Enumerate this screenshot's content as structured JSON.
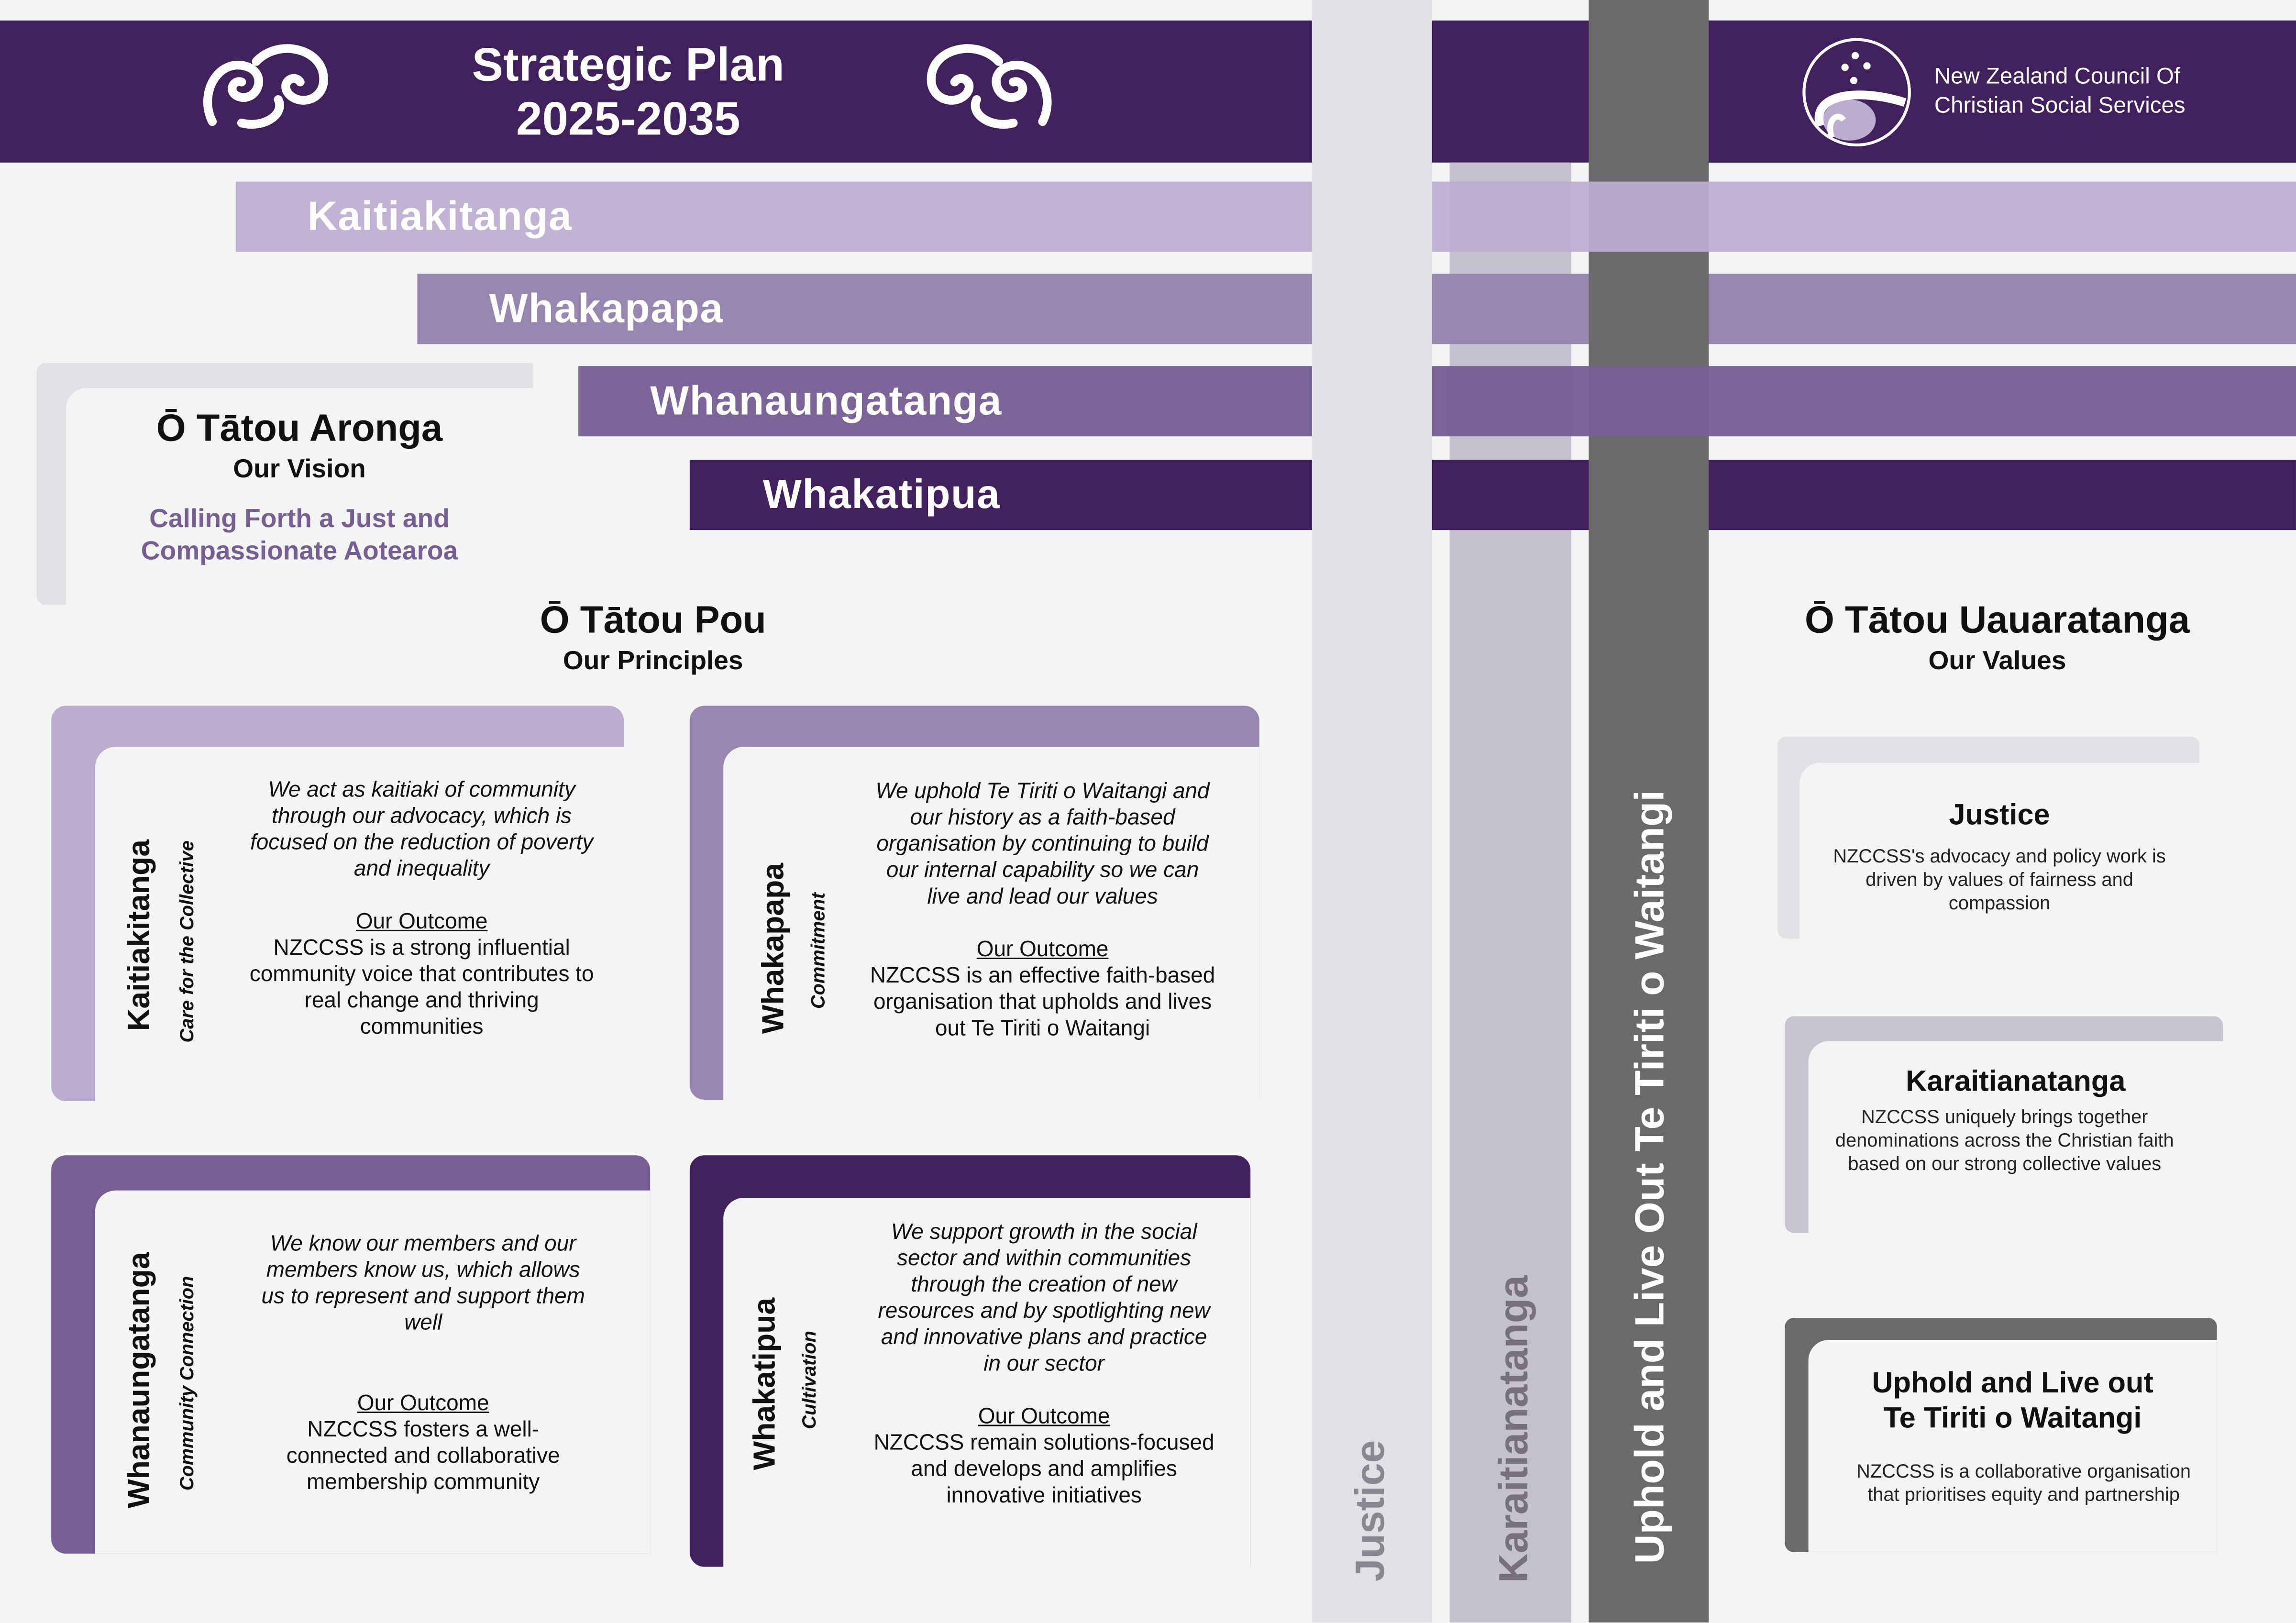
{
  "header": {
    "title_line1": "Strategic Plan",
    "title_line2": "2025-2035",
    "org_line1": "New Zealand Council Of",
    "org_line2": "Christian Social Services"
  },
  "bands": [
    "Kaitiakitanga",
    "Whakapapa",
    "Whanaungatanga",
    "Whakatipua"
  ],
  "columns": [
    "Justice",
    "Karaitianatanga",
    "Uphold and Live Out Te Tiriti o Waitangi"
  ],
  "vision": {
    "title": "Ō Tātou Aronga",
    "subtitle": "Our Vision",
    "text_line1": "Calling Forth a Just and",
    "text_line2": "Compassionate Aotearoa"
  },
  "principles": {
    "title": "Ō Tātou Pou",
    "subtitle": "Our Principles",
    "items": [
      {
        "name": "Kaitiakitanga",
        "sub": "Care for the Collective",
        "statement": "We act as kaitiaki of community through our advocacy, which is focused on the reduction of poverty and inequality",
        "outcome_heading": "Our Outcome",
        "outcome": "NZCCSS is a strong influential community voice that contributes to real change and thriving communities"
      },
      {
        "name": "Whakapapa",
        "sub": "Commitment",
        "statement": "We uphold Te Tiriti o Waitangi and our history as a faith-based organisation by continuing to build our internal capability so we can live and lead our values",
        "outcome_heading": "Our Outcome",
        "outcome": "NZCCSS is an effective faith-based organisation that upholds and lives out Te Tiriti o Waitangi"
      },
      {
        "name": "Whanaungatanga",
        "sub": "Community Connection",
        "statement": "We know our members and our members know us, which allows us to represent and support them well",
        "outcome_heading": "Our Outcome",
        "outcome": "NZCCSS fosters a well-connected and collaborative membership community"
      },
      {
        "name": "Whakatipua",
        "sub": "Cultivation",
        "statement": "We support growth in the social sector and within communities through the creation of new resources and by spotlighting new and innovative plans and practice in our sector",
        "outcome_heading": "Our Outcome",
        "outcome": "NZCCSS remain solutions-focused and develops and amplifies innovative initiatives"
      }
    ]
  },
  "values": {
    "title": "Ō Tātou Uauaratanga",
    "subtitle": "Our Values",
    "items": [
      {
        "name": "Justice",
        "text": "NZCCSS's advocacy and policy work is driven by values of fairness and compassion"
      },
      {
        "name": "Karaitianatanga",
        "text": "NZCCSS uniquely brings together denominations across the Christian faith based on our strong collective values"
      },
      {
        "name_line1": "Uphold and Live out",
        "name_line2": "Te Tiriti o Waitangi",
        "text": "NZCCSS is a collaborative organisation that prioritises equity and partnership"
      }
    ]
  },
  "colors": {
    "dark_purple": "#41215d",
    "lavender": "#bbadd0",
    "mid_purple": "#9787b0",
    "purple": "#775f94",
    "light_gray": "#e1e0e5",
    "mid_gray": "#c5c0ce",
    "dark_gray": "#6a6a6a"
  }
}
